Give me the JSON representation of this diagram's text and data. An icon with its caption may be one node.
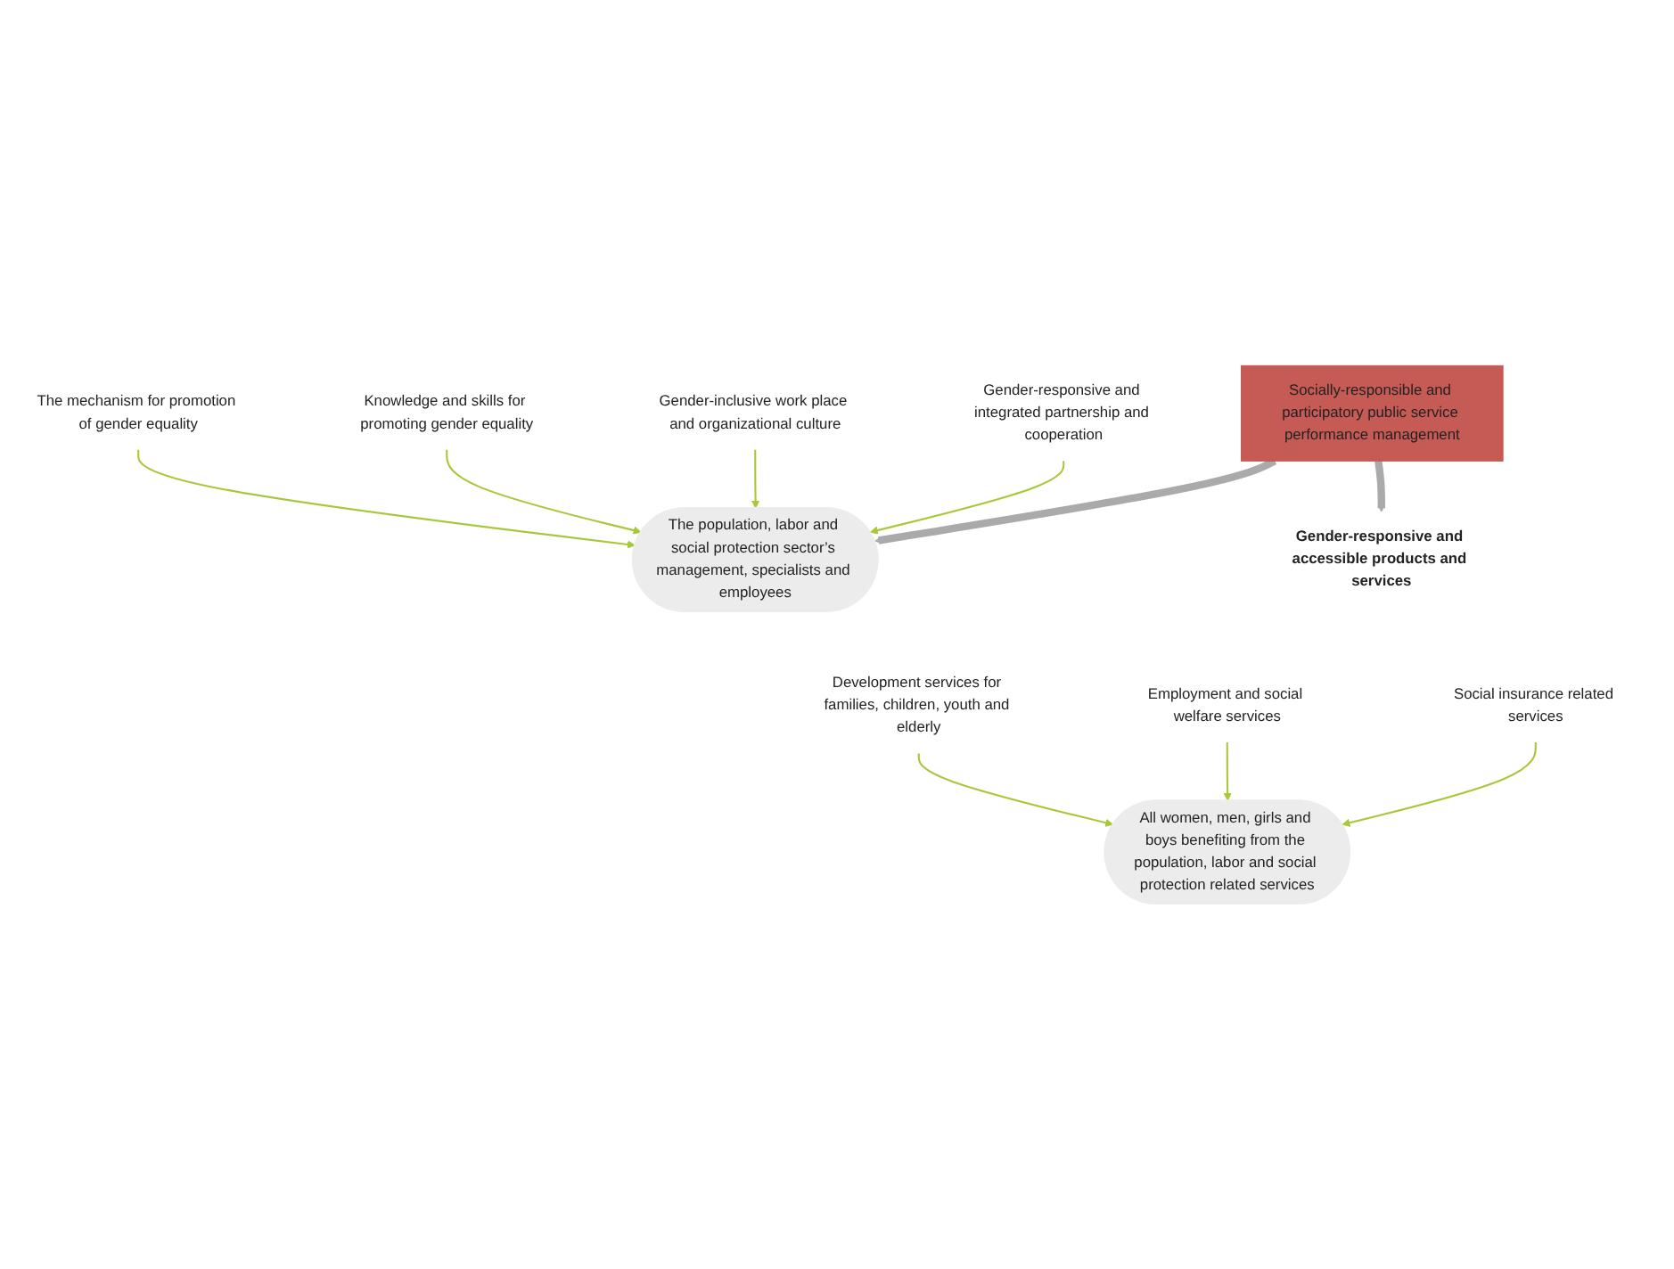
{
  "diagram": {
    "nodes": [
      {
        "text": [
          "The population, labor and social protection sector’s management, specialists and employees"
        ]
      },
      {
        "text": [
          "The mechanism for promotion of gender equality"
        ]
      },
      {
        "text": [
          "Knowledge and skills for promoting gender equality"
        ]
      },
      {
        "text": [
          "Gender-inclusive work place and organizational culture"
        ]
      },
      {
        "text": [
          "Gender-responsive and integrated partnership and cooperation"
        ]
      },
      {
        "text": [
          "Socially-responsible and participatory public service performance management"
        ]
      },
      {
        "text": [
          "Gender-responsive and accessible products and services"
        ]
      },
      {
        "text": [
          "Development services for families, children, youth and elderly"
        ]
      },
      {
        "text": [
          "Employment and social welfare services"
        ]
      },
      {
        "text": [
          "Social insurance related services"
        ]
      },
      {
        "text": [
          "All women, men, girls and boys benefiting from the population, labor and social protection related services"
        ]
      }
    ],
    "edges": [
      {
        "from": 1,
        "to": 0,
        "arrow": "to"
      },
      {
        "from": 2,
        "to": 0,
        "arrow": "to"
      },
      {
        "from": 3,
        "to": 0,
        "arrow": "to"
      },
      {
        "from": 4,
        "to": 0,
        "arrow": "to"
      },
      {
        "from": 5,
        "to": 0,
        "arrow": "to",
        "style": "thick",
        "color": "#aaaaaa"
      },
      {
        "from": 5,
        "to": 6,
        "arrow": "to",
        "style": "thick",
        "color": "#aaaaaa"
      },
      {
        "from": 7,
        "to": 10,
        "arrow": "to"
      },
      {
        "from": 8,
        "to": 10,
        "arrow": "to"
      },
      {
        "from": 9,
        "to": 10,
        "arrow": "to"
      }
    ]
  }
}
